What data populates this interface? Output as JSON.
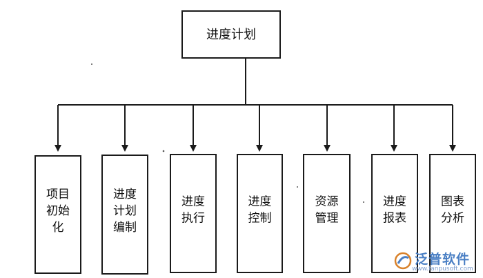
{
  "root": {
    "label": "进度计划"
  },
  "children": [
    {
      "lines": [
        "项目",
        "初始",
        "化"
      ]
    },
    {
      "lines": [
        "进度",
        "计划",
        "编制"
      ]
    },
    {
      "lines": [
        "进度",
        "执行"
      ]
    },
    {
      "lines": [
        "进度",
        "控制"
      ]
    },
    {
      "lines": [
        "资源",
        "管理"
      ]
    },
    {
      "lines": [
        "进度",
        "报表"
      ]
    },
    {
      "lines": [
        "图表",
        "分析"
      ]
    }
  ],
  "watermark": {
    "brand": "泛普软件",
    "url": "www.fanpusoft.com",
    "icon": "fanpusoft-logo-icon"
  },
  "colors": {
    "line": "#1a1a1a",
    "watermark": "#4a7fc4"
  }
}
